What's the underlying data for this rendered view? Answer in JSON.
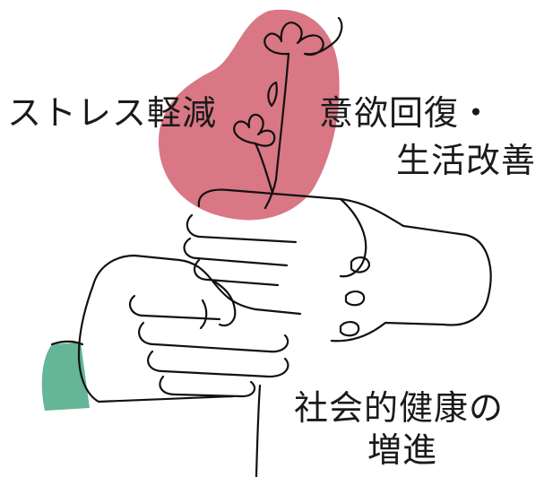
{
  "labels": {
    "stress": "ストレス軽減",
    "motivation_line1": "意欲回復・",
    "motivation_line2": "生活改善",
    "social_line1": "社会的健康の",
    "social_line2": "増進"
  },
  "colors": {
    "blob_pink": "#d97785",
    "sleeve_green": "#65b597",
    "line": "#111111"
  },
  "icons": {
    "flower": "flower-illustration",
    "hands": "hands-illustration"
  }
}
